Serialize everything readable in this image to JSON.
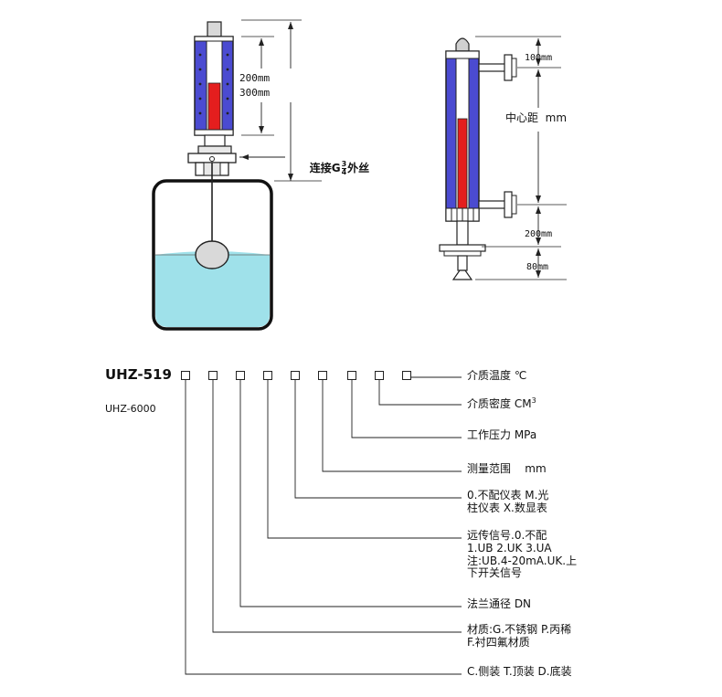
{
  "top_left": {
    "dim_200": "200mm",
    "dim_300": "300mm",
    "connect_prefix": "连接G",
    "connect_num": "3",
    "connect_den": "4",
    "connect_suffix": "外丝"
  },
  "top_right": {
    "dim_100": "100mm",
    "center_distance": "中心距  mm",
    "dim_200": "200mm",
    "dim_80": "80mm"
  },
  "colors": {
    "liquid": "#e41e1e",
    "tube": "#4b4bd1",
    "tank_water": "#9fe1ea"
  },
  "model": {
    "code": "UHZ-519",
    "alt_code": "UHZ-6000",
    "box_count": 9
  },
  "options": [
    {
      "text": "介质温度 ℃"
    },
    {
      "text": "介质密度 CM",
      "sup": "3"
    },
    {
      "text": "工作压力 MPa"
    },
    {
      "text": "测量范围    mm"
    },
    {
      "text": "0.不配仪表 M.光\n柱仪表 X.数显表"
    },
    {
      "text": "远传信号.0.不配\n1.UB 2.UK 3.UA\n注:UB.4-20mA.UK.上\n下开关信号"
    },
    {
      "text": "法兰通径 DN"
    },
    {
      "text": "材质:G.不锈钢 P.丙稀\nF.衬四氟材质"
    },
    {
      "text": "C.侧装 T.顶装 D.底装"
    }
  ]
}
